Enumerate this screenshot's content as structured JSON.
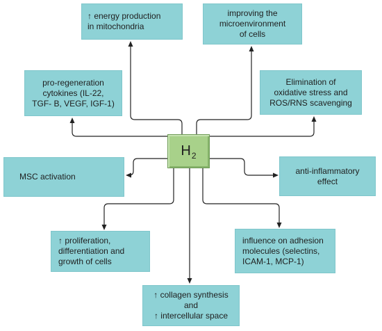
{
  "center": {
    "symbol": "H",
    "subscript": "2"
  },
  "boxes": {
    "energy": [
      "↑ energy production",
      "in mitochondria"
    ],
    "micro": [
      "improving the",
      "microenvironment",
      "of cells"
    ],
    "cyto": [
      "pro-regeneration",
      "cytokines (IL-22,",
      "TGF- B, VEGF, IGF-1)"
    ],
    "oxid": [
      "Elimination of",
      "oxidative stress and",
      "ROS/RNS scavenging"
    ],
    "msc": [
      "MSC activation"
    ],
    "anti": [
      "anti-inflammatory",
      "effect"
    ],
    "prolif": [
      "↑ proliferation,",
      "differentiation and",
      "growth of cells"
    ],
    "adhesion": [
      "influence on adhesion",
      "molecules (selectins,",
      "ICAM-1, MCP-1)"
    ],
    "collagen": [
      "↑ collagen synthesis",
      "and",
      "↑ intercellular space"
    ]
  },
  "colors": {
    "effect_box": "#8ed2d6",
    "center_box": "#a8d18a",
    "arrow": "#222222"
  }
}
